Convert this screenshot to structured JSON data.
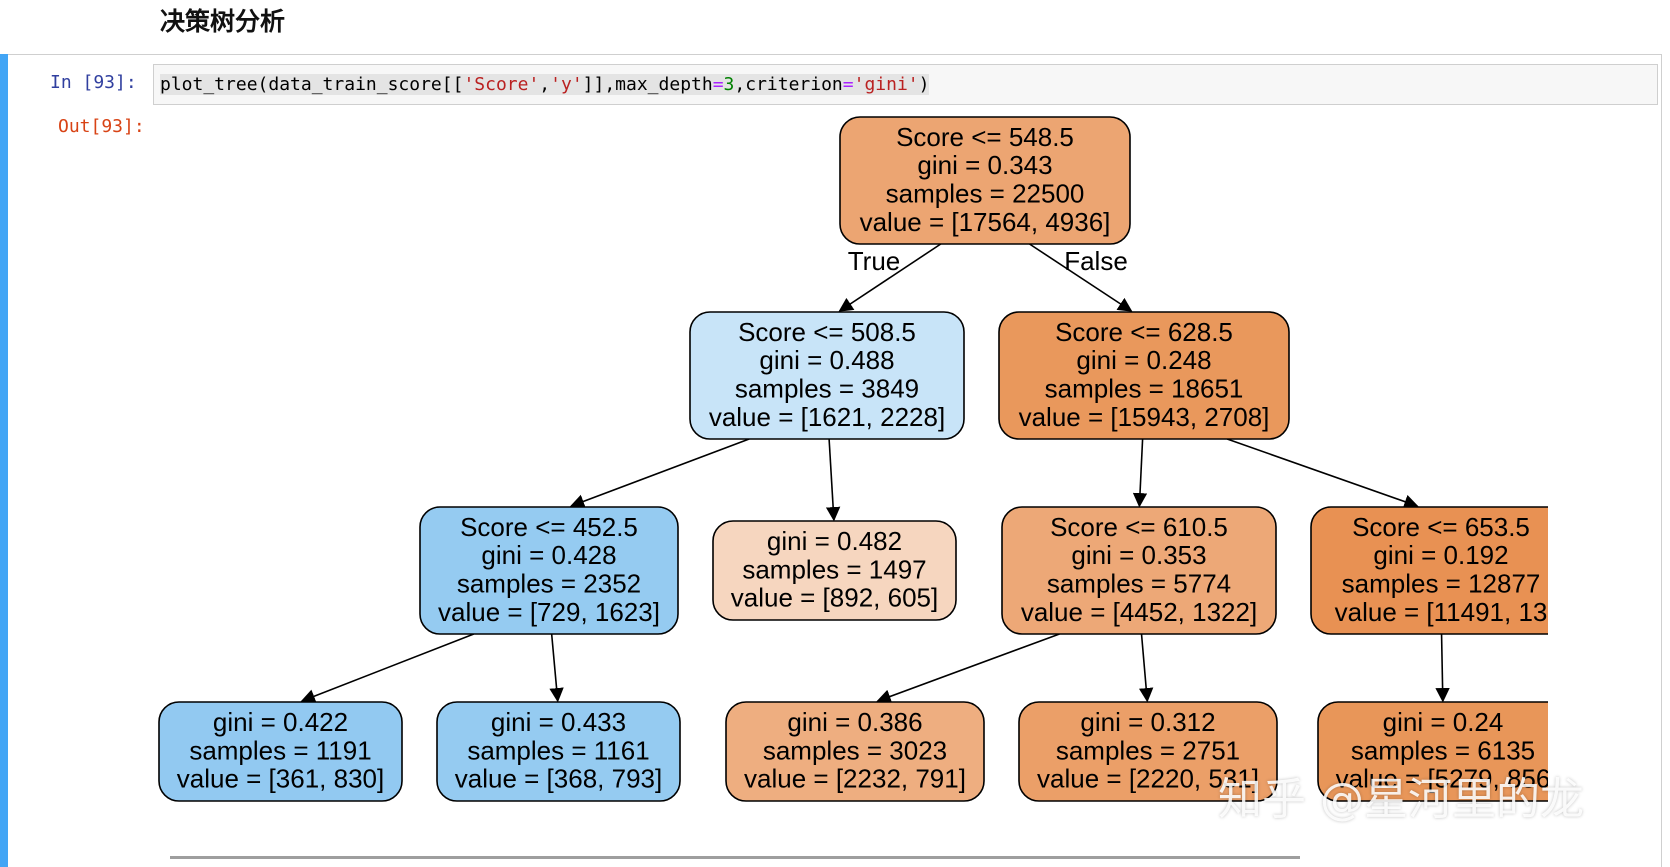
{
  "heading": "决策树分析",
  "cell": {
    "in_prompt": "In  [93]:",
    "out_prompt": "Out[93]:",
    "code_tokens": [
      {
        "text": "plot_tree(data_train_score[[",
        "cls": ""
      },
      {
        "text": "'Score'",
        "cls": "tok-str"
      },
      {
        "text": ",",
        "cls": ""
      },
      {
        "text": "'y'",
        "cls": "tok-str"
      },
      {
        "text": "]],max_depth",
        "cls": ""
      },
      {
        "text": "=",
        "cls": "tok-op"
      },
      {
        "text": "3",
        "cls": "tok-num"
      },
      {
        "text": ",criterion",
        "cls": ""
      },
      {
        "text": "=",
        "cls": "tok-op"
      },
      {
        "text": "'gini'",
        "cls": "tok-str"
      },
      {
        "text": ")",
        "cls": ""
      }
    ]
  },
  "colors": {
    "cell_accent": "#42a5f5",
    "node_border": "#000000"
  },
  "tree": {
    "edge_labels": {
      "true": "True",
      "false": "False"
    },
    "nodes": [
      {
        "id": "root",
        "fill": "#eca572",
        "lines": [
          "Score <= 548.5",
          "gini = 0.343",
          "samples = 22500",
          "value = [17564, 4936]"
        ]
      },
      {
        "id": "n1",
        "fill": "#c8e4f8",
        "lines": [
          "Score <= 508.5",
          "gini = 0.488",
          "samples = 3849",
          "value = [1621, 2228]"
        ]
      },
      {
        "id": "n2",
        "fill": "#e9985c",
        "lines": [
          "Score <= 628.5",
          "gini = 0.248",
          "samples = 18651",
          "value = [15943, 2708]"
        ]
      },
      {
        "id": "n3",
        "fill": "#95cbf1",
        "lines": [
          "Score <= 452.5",
          "gini = 0.428",
          "samples = 2352",
          "value = [729, 1623]"
        ]
      },
      {
        "id": "n4",
        "fill": "#f6d6bf",
        "lines": [
          "gini = 0.482",
          "samples = 1497",
          "value = [892, 605]"
        ]
      },
      {
        "id": "n5",
        "fill": "#eda877",
        "lines": [
          "Score <= 610.5",
          "gini = 0.353",
          "samples = 5774",
          "value = [4452, 1322]"
        ]
      },
      {
        "id": "n6",
        "fill": "#e89153",
        "lines": [
          "Score <= 653.5",
          "gini = 0.192",
          "samples = 12877",
          "value = [11491, 13"
        ]
      },
      {
        "id": "n7",
        "fill": "#92c9f1",
        "lines": [
          "gini = 0.422",
          "samples = 1191",
          "value = [361, 830]"
        ]
      },
      {
        "id": "n8",
        "fill": "#95cbf1",
        "lines": [
          "gini = 0.433",
          "samples = 1161",
          "value = [368, 793]"
        ]
      },
      {
        "id": "n9",
        "fill": "#eeae80",
        "lines": [
          "gini = 0.386",
          "samples = 3023",
          "value = [2232, 791]"
        ]
      },
      {
        "id": "n10",
        "fill": "#eb9f68",
        "lines": [
          "gini = 0.312",
          "samples = 2751",
          "value = [2220, 531]"
        ]
      },
      {
        "id": "n11",
        "fill": "#e89659",
        "lines": [
          "gini = 0.24",
          "samples = 6135",
          "value = [5279, 856"
        ]
      }
    ],
    "edges": [
      {
        "from": "root",
        "to": "n1"
      },
      {
        "from": "root",
        "to": "n2"
      },
      {
        "from": "n1",
        "to": "n3"
      },
      {
        "from": "n1",
        "to": "n4"
      },
      {
        "from": "n2",
        "to": "n5"
      },
      {
        "from": "n2",
        "to": "n6"
      },
      {
        "from": "n3",
        "to": "n7"
      },
      {
        "from": "n3",
        "to": "n8"
      },
      {
        "from": "n5",
        "to": "n9"
      },
      {
        "from": "n5",
        "to": "n10"
      },
      {
        "from": "n6",
        "to": "n11"
      }
    ]
  },
  "watermark": "知乎 @星河里的龙"
}
